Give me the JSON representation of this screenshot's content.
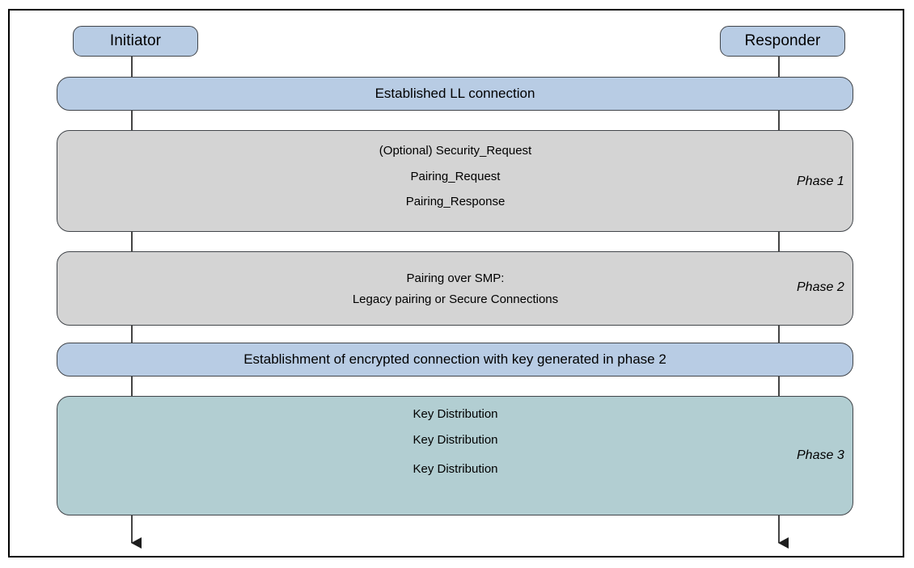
{
  "diagram": {
    "title_present": false,
    "actors": [
      {
        "id": "initiator",
        "label": "Initiator"
      },
      {
        "id": "responder",
        "label": "Responder"
      }
    ],
    "bands": [
      {
        "id": "ll-connection",
        "label": "Established LL connection",
        "color": "#b8cce4",
        "phase_label": ""
      },
      {
        "id": "phase-1",
        "label": "",
        "color": "#d4d4d4",
        "phase_label": "Phase 1"
      },
      {
        "id": "phase-2",
        "label": "",
        "color": "#d4d4d4",
        "phase_label": "Phase 2"
      },
      {
        "id": "encrypted-connection",
        "label": "Establishment of encrypted connection with key generated in phase 2",
        "color": "#b8cce4",
        "phase_label": ""
      },
      {
        "id": "phase-3",
        "label": "",
        "color": "#b2ced2",
        "phase_label": "Phase 3"
      }
    ],
    "messages": [
      {
        "id": "security-request",
        "label": "(Optional) Security_Request",
        "direction": "right-to-left"
      },
      {
        "id": "pairing-request",
        "label": "Pairing_Request",
        "direction": "left-to-right"
      },
      {
        "id": "pairing-response",
        "label": "Pairing_Response",
        "direction": "right-to-left"
      },
      {
        "id": "pairing-over-smp",
        "label": "Pairing over SMP:",
        "label2": "Legacy pairing or Secure Connections",
        "direction": "bidirectional"
      },
      {
        "id": "key-distribution-1",
        "label": "Key Distribution",
        "direction": "right-to-left"
      },
      {
        "id": "key-distribution-2",
        "label": "Key Distribution",
        "direction": "right-to-left"
      },
      {
        "id": "key-distribution-3",
        "label": "Key Distribution",
        "direction": "left-to-right"
      }
    ],
    "colors": {
      "blue": "#b8cce4",
      "gray": "#d4d4d4",
      "teal": "#b2ced2",
      "border": "#41454a",
      "line": "#333333",
      "frame": "#000000"
    }
  }
}
